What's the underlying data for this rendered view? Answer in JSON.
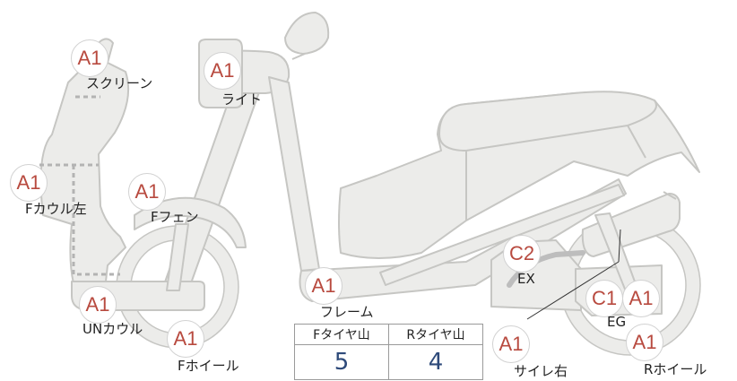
{
  "badges": [
    {
      "id": "screen",
      "code": "A1",
      "label": "スクリーン"
    },
    {
      "id": "light",
      "code": "A1",
      "label": "ライト"
    },
    {
      "id": "f-cowl-left",
      "code": "A1",
      "label": "Fカウル左"
    },
    {
      "id": "f-fender",
      "code": "A1",
      "label": "Fフェン"
    },
    {
      "id": "un-cowl",
      "code": "A1",
      "label": "UNカウル"
    },
    {
      "id": "f-wheel",
      "code": "A1",
      "label": "Fホイール"
    },
    {
      "id": "frame",
      "code": "A1",
      "label": "フレーム"
    },
    {
      "id": "ex",
      "code": "C2",
      "label": "EX"
    },
    {
      "id": "eg-c1",
      "code": "C1",
      "label": "EG"
    },
    {
      "id": "eg-a1",
      "code": "A1"
    },
    {
      "id": "silencer-right",
      "code": "A1",
      "label": "サイレ右"
    },
    {
      "id": "r-wheel",
      "code": "A1",
      "label": "Rホイール"
    }
  ],
  "tire_table": {
    "headers": [
      "Fタイヤ山",
      "Rタイヤ山"
    ],
    "values": [
      "5",
      "4"
    ]
  }
}
